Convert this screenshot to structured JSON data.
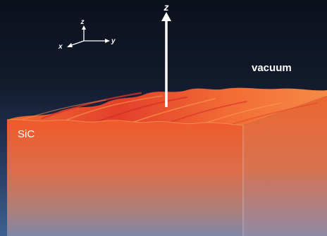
{
  "labels": {
    "z_axis": "z",
    "vacuum": "vacuum",
    "material": "SiC"
  },
  "axes_gizmo": {
    "z": "z",
    "y": "y",
    "x": "x"
  },
  "colors": {
    "background_top": "#0c111d",
    "background_bottom": "#3b5a88",
    "slab_front_top": "#f0582a",
    "slab_front_bottom": "#8a7f9e",
    "slab_side": "#e8622f",
    "surface_ripple": "#f26a36",
    "surface_highlight": "#e0302a",
    "arrow": "#ffffff"
  }
}
